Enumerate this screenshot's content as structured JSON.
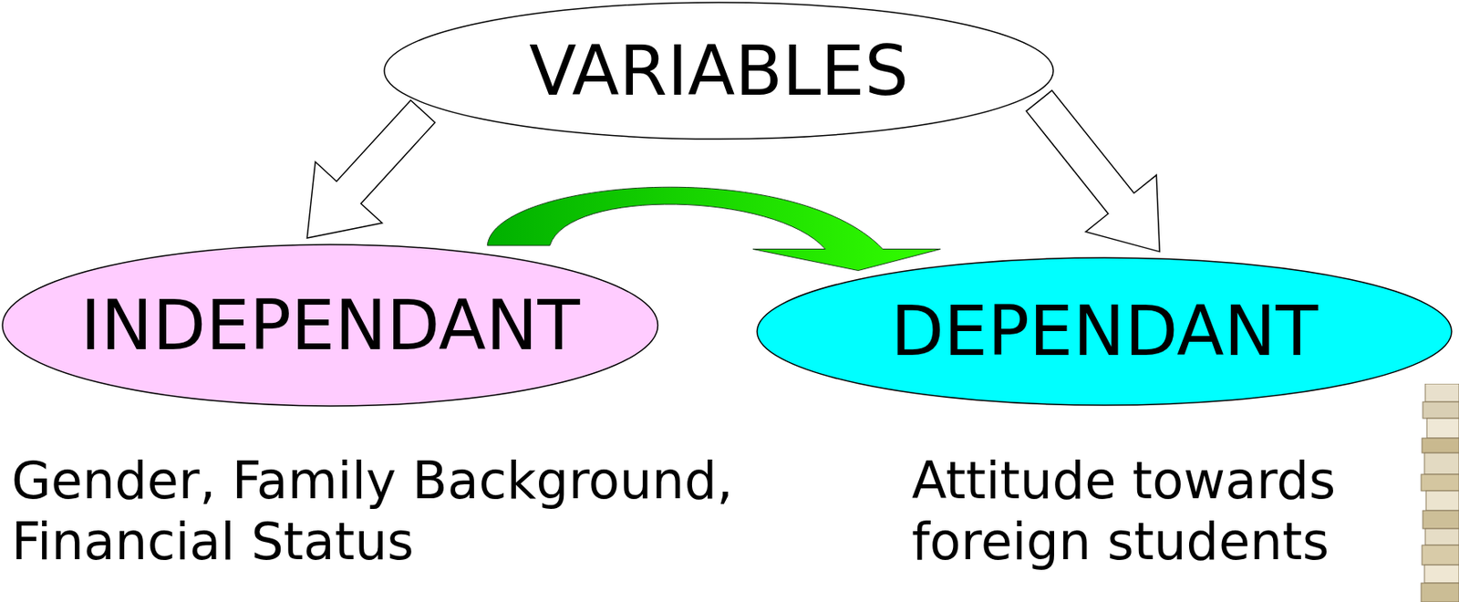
{
  "diagram": {
    "nodes": [
      {
        "text": [
          "VARIABLES"
        ]
      },
      {
        "text": [
          "INDEPENDANT"
        ]
      },
      {
        "text": [
          "DEPENDANT"
        ]
      }
    ],
    "edges": [
      {
        "from": 0,
        "to": 1,
        "arrow": "to"
      },
      {
        "from": 0,
        "to": 2,
        "arrow": "to"
      },
      {
        "from": 1,
        "to": 2,
        "arrow": "to"
      }
    ],
    "labels": [
      "Gender, Family Background, Financial Status",
      "Attitude towards foreign students"
    ]
  }
}
